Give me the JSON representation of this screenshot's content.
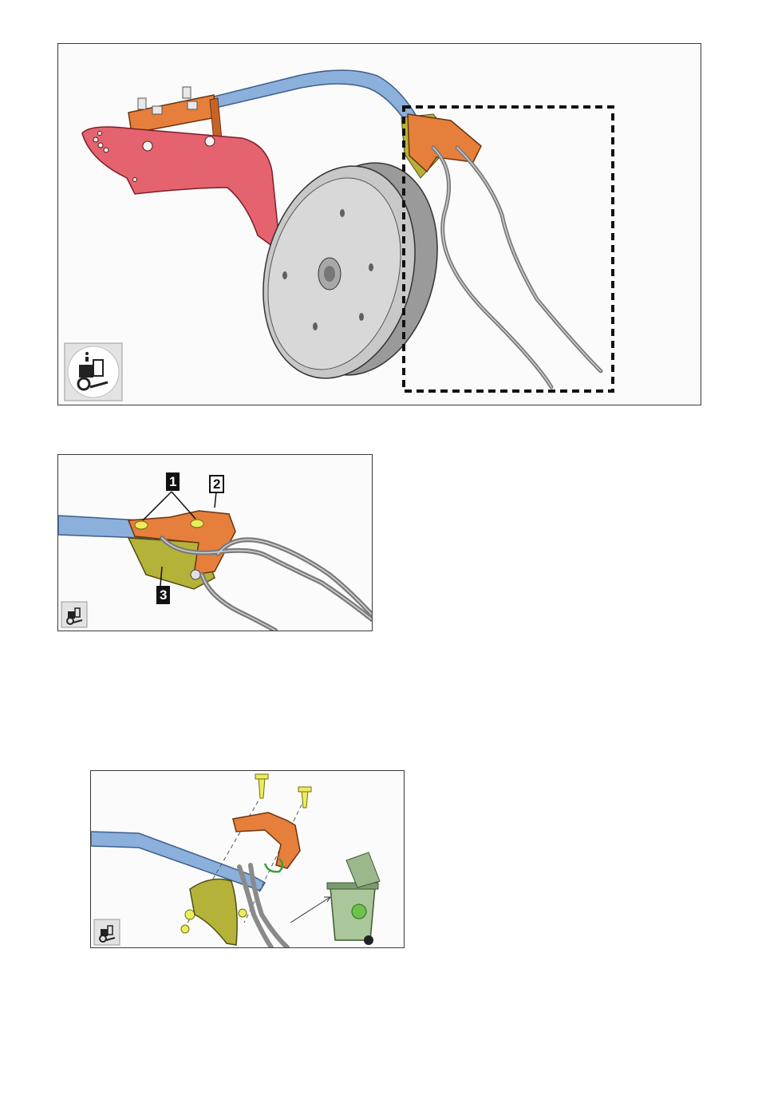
{
  "figures": {
    "assembly_view": {
      "badge_icon": "mechanic-maintenance-icon"
    },
    "detail_view": {
      "badge_icon": "mechanic-maintenance-icon",
      "callouts": [
        "1",
        "2",
        "3"
      ]
    },
    "exploded_view": {
      "badge_icon": "mechanic-maintenance-icon",
      "waste_icon": "recycling-bin-icon"
    }
  },
  "colors": {
    "frame_red": "#e4636f",
    "bracket_orange": "#e67f3c",
    "bar_blue": "#8cb0dc",
    "wear_plate_olive": "#b5b23a",
    "bolt_yellow": "#eded5a",
    "bin_green": "#a9c79a"
  }
}
